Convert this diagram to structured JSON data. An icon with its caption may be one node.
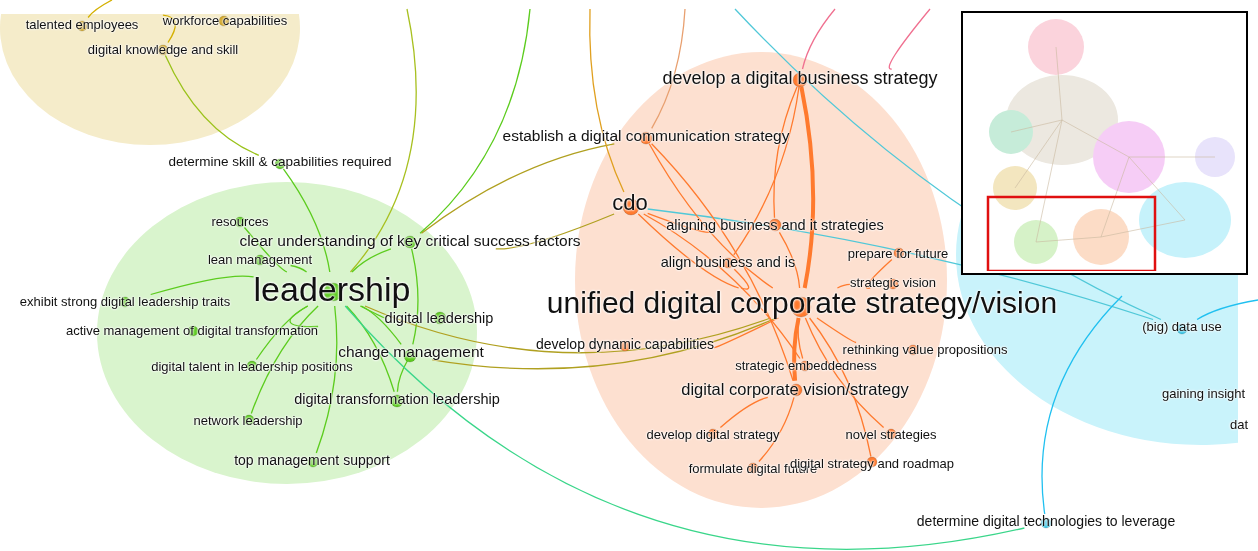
{
  "diagram": {
    "nodes": [
      {
        "text": [
          "talented employees"
        ]
      },
      {
        "text": [
          "workforce capabilities"
        ]
      },
      {
        "text": [
          "digital knowledge and skill"
        ]
      },
      {
        "text": [
          "determine skill & capabilities required"
        ]
      },
      {
        "text": [
          "resources"
        ]
      },
      {
        "text": [
          "clear understanding of key critical success factors"
        ]
      },
      {
        "text": [
          "lean management"
        ]
      },
      {
        "text": [
          "leadership"
        ]
      },
      {
        "text": [
          "exhibit strong digital leadership traits"
        ]
      },
      {
        "text": [
          "active management of digital transformation"
        ]
      },
      {
        "text": [
          "digital leadership"
        ]
      },
      {
        "text": [
          "change management"
        ]
      },
      {
        "text": [
          "digital talent in leadership positions"
        ]
      },
      {
        "text": [
          "digital transformation leadership"
        ]
      },
      {
        "text": [
          "network leadership"
        ]
      },
      {
        "text": [
          "top management support"
        ]
      },
      {
        "text": [
          "develop a digital business strategy"
        ]
      },
      {
        "text": [
          "establish a digital communication strategy"
        ]
      },
      {
        "text": [
          "cdo"
        ]
      },
      {
        "text": [
          "aligning business and it strategies"
        ]
      },
      {
        "text": [
          "align business and is"
        ]
      },
      {
        "text": [
          "prepare for future"
        ]
      },
      {
        "text": [
          "strategic vision"
        ]
      },
      {
        "text": [
          "unified digital corporate strategy/vision"
        ]
      },
      {
        "text": [
          "develop dynamic capabilities"
        ]
      },
      {
        "text": [
          "rethinking value propositions"
        ]
      },
      {
        "text": [
          "strategic embeddedness"
        ]
      },
      {
        "text": [
          "digital corporate vision/strategy"
        ]
      },
      {
        "text": [
          "develop digital strategy"
        ]
      },
      {
        "text": [
          "novel strategies"
        ]
      },
      {
        "text": [
          "formulate digital future"
        ]
      },
      {
        "text": [
          "digital strategy and roadmap"
        ]
      },
      {
        "text": [
          "(big) data use"
        ]
      },
      {
        "text": [
          "gaining insight"
        ]
      },
      {
        "text": [
          "dat"
        ]
      },
      {
        "text": [
          "determine digital technologies to leverage"
        ]
      }
    ],
    "edges": [
      {
        "from": 0,
        "to": null,
        "arrow": "none",
        "color": "#d4b000"
      },
      {
        "from": 2,
        "to": 1,
        "arrow": "none",
        "color": "#d4b000"
      },
      {
        "from": 3,
        "to": 2,
        "arrow": "none",
        "color": "#9ac21a"
      },
      {
        "from": 7,
        "to": 3,
        "arrow": "none",
        "color": "#5ccc1e"
      },
      {
        "from": 7,
        "to": null,
        "arrow": "none",
        "color": "#a8c020"
      },
      {
        "from": 5,
        "to": null,
        "arrow": "none",
        "color": "#5ccc1e"
      },
      {
        "from": 7,
        "to": 4,
        "arrow": "none",
        "color": "#5ccc1e"
      },
      {
        "from": 7,
        "to": 6,
        "arrow": "none",
        "color": "#5ccc1e"
      },
      {
        "from": 7,
        "to": 5,
        "arrow": "none",
        "color": "#5ccc1e"
      },
      {
        "from": 7,
        "to": 8,
        "arrow": "none",
        "color": "#5ccc1e"
      },
      {
        "from": 7,
        "to": 9,
        "arrow": "none",
        "color": "#5ccc1e"
      },
      {
        "from": 7,
        "to": 10,
        "arrow": "none",
        "color": "#5ccc1e"
      },
      {
        "from": 7,
        "to": 11,
        "arrow": "none",
        "color": "#5ccc1e"
      },
      {
        "from": 7,
        "to": 12,
        "arrow": "none",
        "color": "#5ccc1e"
      },
      {
        "from": 7,
        "to": 13,
        "arrow": "none",
        "color": "#5ccc1e"
      },
      {
        "from": 7,
        "to": 14,
        "arrow": "none",
        "color": "#5ccc1e"
      },
      {
        "from": 7,
        "to": 15,
        "arrow": "none",
        "color": "#5ccc1e"
      },
      {
        "from": 11,
        "to": 13,
        "arrow": "none",
        "color": "#5ccc1e"
      },
      {
        "from": 5,
        "to": 11,
        "arrow": "none",
        "color": "#5ccc1e"
      },
      {
        "from": 5,
        "to": 18,
        "arrow": "none",
        "color": "#b0a020"
      },
      {
        "from": 5,
        "to": 17,
        "arrow": "none",
        "color": "#b0a020"
      },
      {
        "from": 7,
        "to": 23,
        "arrow": "none",
        "color": "#b0a020"
      },
      {
        "from": 11,
        "to": 23,
        "arrow": "none",
        "color": "#b0a020"
      },
      {
        "from": 7,
        "to": 35,
        "arrow": "none",
        "color": "#3ad68a"
      },
      {
        "from": 18,
        "to": null,
        "arrow": "none",
        "color": "#e0a020"
      },
      {
        "from": 17,
        "to": null,
        "arrow": "none",
        "color": "#e8a070"
      },
      {
        "from": 16,
        "to": null,
        "arrow": "none",
        "color": "#f07090"
      },
      {
        "from": 16,
        "to": null,
        "arrow": "none",
        "color": "#f07090"
      },
      {
        "from": null,
        "to": 32,
        "arrow": "none",
        "color": "#50c8d8"
      },
      {
        "from": 18,
        "to": 32,
        "arrow": "none",
        "color": "#50c8d8"
      },
      {
        "from": 35,
        "to": null,
        "arrow": "none",
        "color": "#20c0f0"
      },
      {
        "from": 32,
        "to": null,
        "arrow": "none",
        "color": "#20c0f0"
      },
      {
        "from": 16,
        "to": 23,
        "arrow": "none",
        "style": "thick"
      },
      {
        "from": 16,
        "to": 19,
        "arrow": "none"
      },
      {
        "from": 16,
        "to": 20,
        "arrow": "none"
      },
      {
        "from": 17,
        "to": 23,
        "arrow": "none"
      },
      {
        "from": 17,
        "to": 27,
        "arrow": "none"
      },
      {
        "from": 18,
        "to": 23,
        "arrow": "none"
      },
      {
        "from": 18,
        "to": 26,
        "arrow": "none"
      },
      {
        "from": 18,
        "to": 19,
        "arrow": "none"
      },
      {
        "from": 19,
        "to": 23,
        "arrow": "none"
      },
      {
        "from": 20,
        "to": 23,
        "arrow": "none"
      },
      {
        "from": 21,
        "to": 23,
        "arrow": "none"
      },
      {
        "from": 22,
        "to": 23,
        "arrow": "none"
      },
      {
        "from": 23,
        "to": 24,
        "arrow": "none"
      },
      {
        "from": 23,
        "to": 25,
        "arrow": "none"
      },
      {
        "from": 23,
        "to": 27,
        "arrow": "none",
        "style": "thick"
      },
      {
        "from": 27,
        "to": 28,
        "arrow": "none"
      },
      {
        "from": 27,
        "to": 30,
        "arrow": "none"
      },
      {
        "from": 23,
        "to": 29,
        "arrow": "none"
      },
      {
        "from": 23,
        "to": 31,
        "arrow": "none"
      },
      {
        "from": 23,
        "to": 26,
        "arrow": "none"
      }
    ]
  }
}
